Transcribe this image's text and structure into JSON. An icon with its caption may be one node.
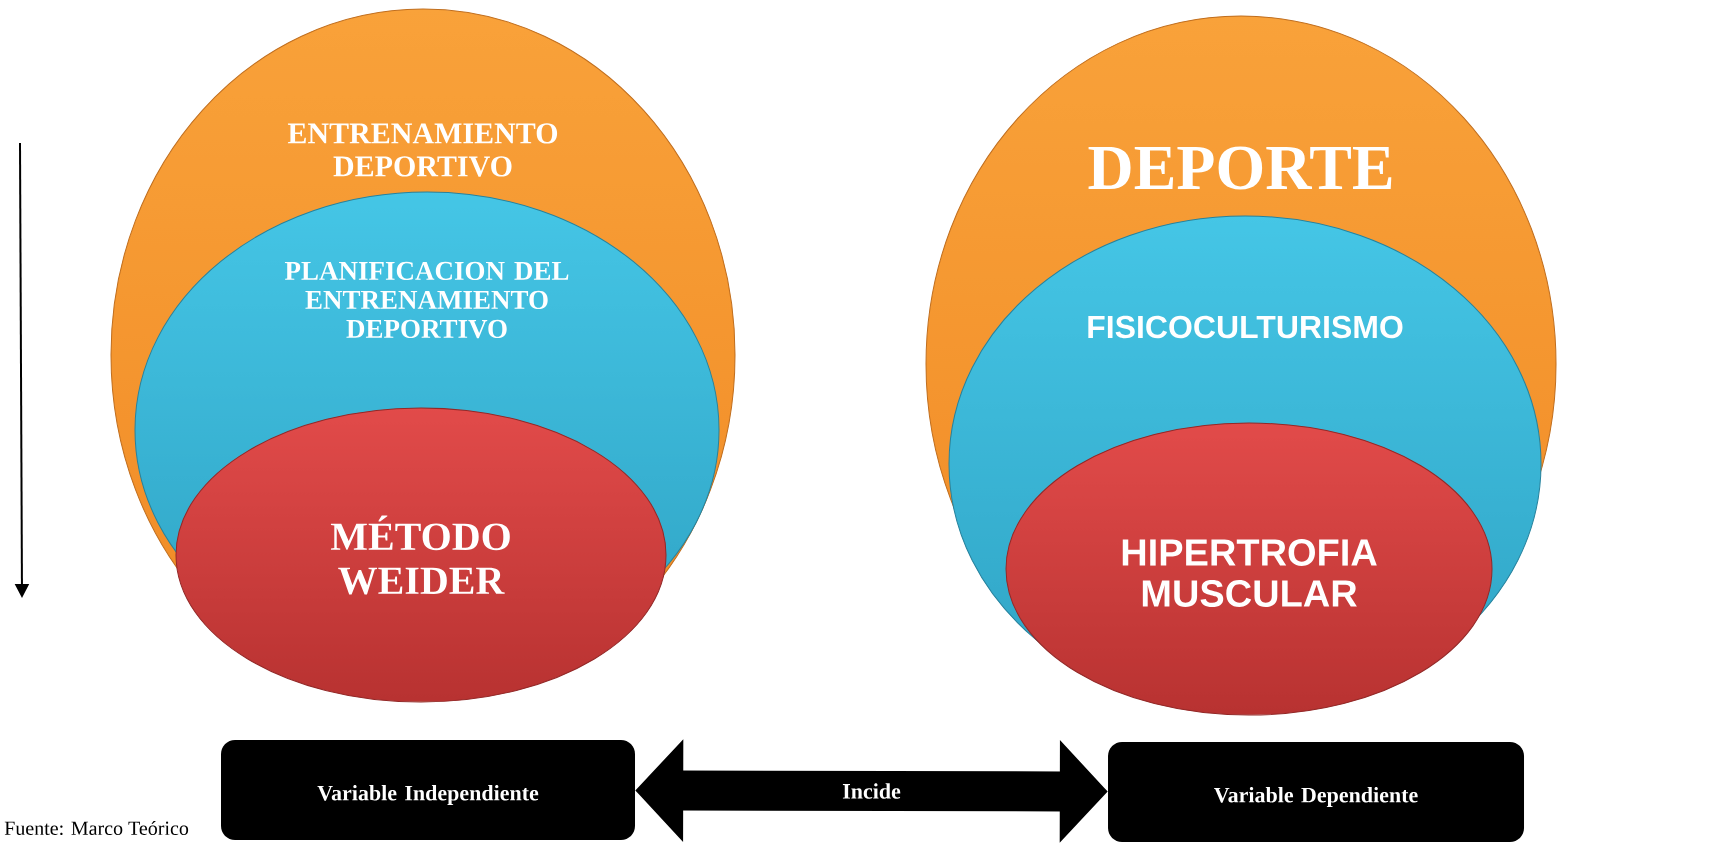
{
  "diagram": {
    "nodes": [
      {
        "text": [
          "ENTRENAMIENTO DEPORTIVO"
        ]
      },
      {
        "text": [
          "PLANIFICACION DEL ENTRENAMIENTO DEPORTIVO"
        ],
        "in": 0
      },
      {
        "text": [
          "MÉTODO WEIDER"
        ],
        "in": 1
      },
      {
        "text": [
          "DEPORTE"
        ]
      },
      {
        "text": [
          "FISICOCULTURISMO"
        ],
        "in": 3
      },
      {
        "text": [
          "HIPERTROFIA MUSCULAR"
        ],
        "in": 4
      },
      {
        "text": [
          "Variable Independiente"
        ]
      },
      {
        "text": [
          "Variable Dependiente"
        ]
      }
    ],
    "edges": [
      {
        "from": 6,
        "to": 7,
        "arrow": "both",
        "label": "Incide"
      }
    ],
    "labels": [
      "Fuente: Marco Teórico"
    ]
  }
}
